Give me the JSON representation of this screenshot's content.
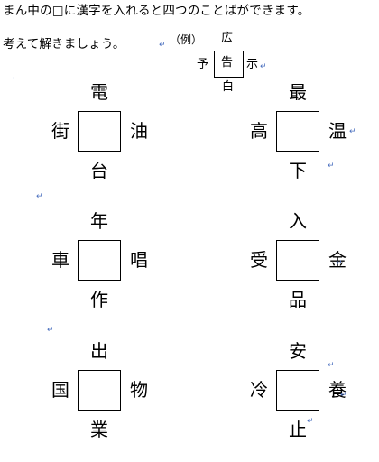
{
  "instructions": {
    "line1": "まん中の□に漢字を入れると四つのことばができます。",
    "line2": "考えて解きましょう。"
  },
  "example": {
    "label": "（例）",
    "top": "広",
    "left": "予",
    "center": "告",
    "right": "示",
    "bottom": "白"
  },
  "puzzles": [
    {
      "top": "電",
      "left": "街",
      "right": "油",
      "bottom": "台"
    },
    {
      "top": "最",
      "left": "高",
      "right": "温",
      "bottom": "下"
    },
    {
      "top": "年",
      "left": "車",
      "right": "唱",
      "bottom": "作"
    },
    {
      "top": "入",
      "left": "受",
      "right": "金",
      "bottom": "品"
    },
    {
      "top": "出",
      "left": "国",
      "right": "物",
      "bottom": "業"
    },
    {
      "top": "安",
      "left": "冷",
      "right": "養",
      "bottom": "止"
    }
  ]
}
